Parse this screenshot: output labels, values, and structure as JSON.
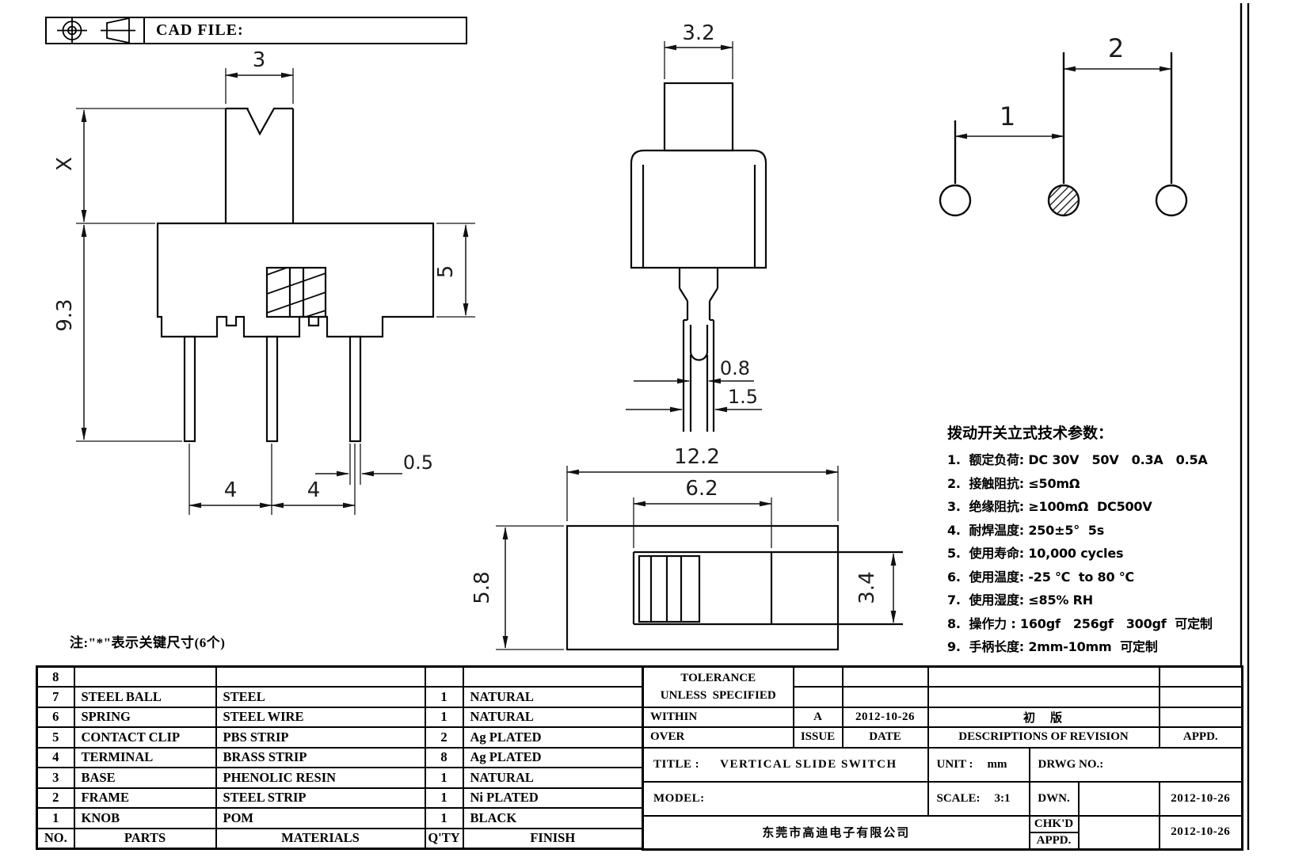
{
  "header": {
    "cad_file_label": "CAD FILE:"
  },
  "note_text": "注:\"*\"表示关键尺寸(6个)",
  "tech_params": {
    "title": "拨动开关立式技术参数：",
    "items": [
      "1.  额定负荷: DC 30V   50V   0.3A   0.5A",
      "2.  接触阻抗: ≤50mΩ",
      "3.  绝缘阻抗: ≥100mΩ  DC500V",
      "4.  耐焊温度: 250±5°  5s",
      "5.  使用寿命: 10,000 cycles",
      "6.  使用温度: -25 ℃  to 80 ℃",
      "7.  使用湿度: ≤85% RH",
      "8.  操作力 : 160gf   256gf   300gf  可定制",
      "9.  手柄长度: 2mm-10mm  可定制"
    ]
  },
  "dims": {
    "front_knob_width": "3",
    "front_knob_height": "X",
    "front_total_height": "9.3",
    "front_body_height": "5",
    "front_pin_width": "0.5",
    "front_pitch_a": "4",
    "front_pitch_b": "4",
    "side_knob_width": "3.2",
    "side_fork_gap": "0.8",
    "side_pin_width": "1.5",
    "sch_throw_1": "1",
    "sch_throw_2": "2",
    "top_length": "12.2",
    "top_slot_length": "6.2",
    "top_width": "5.8",
    "top_slot_width": "3.4"
  },
  "parts_table": {
    "rows": [
      [
        "8",
        "",
        "",
        "",
        ""
      ],
      [
        "7",
        "STEEL BALL",
        "STEEL",
        "1",
        "NATURAL"
      ],
      [
        "6",
        "SPRING",
        "STEEL WIRE",
        "1",
        "NATURAL"
      ],
      [
        "5",
        "CONTACT CLIP",
        "PBS STRIP",
        "2",
        "Ag PLATED"
      ],
      [
        "4",
        "TERMINAL",
        "BRASS STRIP",
        "8",
        "Ag PLATED"
      ],
      [
        "3",
        "BASE",
        "PHENOLIC RESIN",
        "1",
        "NATURAL"
      ],
      [
        "2",
        "FRAME",
        "STEEL STRIP",
        "1",
        "Ni PLATED"
      ],
      [
        "1",
        "KNOB",
        "POM",
        "1",
        "BLACK"
      ],
      [
        "NO.",
        "PARTS",
        "MATERIALS",
        "Q'TY",
        "FINISH"
      ]
    ]
  },
  "title_block": {
    "tolerance1": "TOLERANCE",
    "tolerance2": "UNLESS  SPECIFIED",
    "within": "WITHIN",
    "over": "OVER",
    "rev_issue": "A",
    "rev_date": "2012-10-26",
    "rev_desc": "初　版",
    "issue_label": "ISSUE",
    "date_label": "DATE",
    "desc_label": "DESCRIPTIONS OF REVISION",
    "appd_label": "APPD.",
    "title_label": "TITLE :",
    "title_value": "VERTICAL SLIDE SWITCH",
    "unit_label": "UNIT :",
    "unit_value": "mm",
    "drwg_label": "DRWG NO.:",
    "model_label": "MODEL:",
    "scale_label": "SCALE:",
    "scale_value": "3:1",
    "dwn_label": "DWN.",
    "dwn_date": "2012-10-26",
    "chkd_label": "CHK'D",
    "appd2_label": "APPD.",
    "chk_appd_date": "2012-10-26",
    "company": "东莞市高迪电子有限公司"
  }
}
